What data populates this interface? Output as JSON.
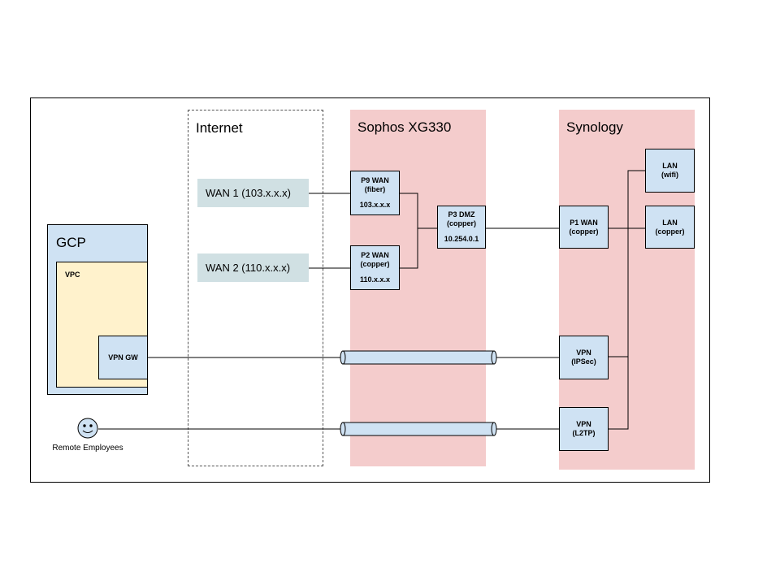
{
  "columns": {
    "internet": "Internet",
    "sophos": "Sophos XG330",
    "synology": "Synology"
  },
  "gcp": {
    "title": "GCP",
    "vpc": "VPC",
    "vpn_gw": "VPN GW"
  },
  "internet": {
    "wan1": "WAN 1 (103.x.x.x)",
    "wan2": "WAN 2 (110.x.x.x)"
  },
  "sophos": {
    "p9": {
      "name": "P9 WAN",
      "medium": "(fiber)",
      "ip": "103.x.x.x"
    },
    "p2": {
      "name": "P2 WAN",
      "medium": "(copper)",
      "ip": "110.x.x.x"
    },
    "p3": {
      "name": "P3 DMZ",
      "medium": "(copper)",
      "ip": "10.254.0.1"
    }
  },
  "synology": {
    "p1": {
      "name": "P1 WAN",
      "medium": "(copper)"
    },
    "lan_wifi": {
      "name": "LAN",
      "medium": "(wifi)"
    },
    "lan_copper": {
      "name": "LAN",
      "medium": "(copper)"
    },
    "vpn_ipsec": {
      "name": "VPN",
      "medium": "(IPSec)"
    },
    "vpn_l2tp": {
      "name": "VPN",
      "medium": "(L2TP)"
    }
  },
  "remote": {
    "label": "Remote Employees"
  },
  "colors": {
    "column_fill": "#f4cccc",
    "wan_fill": "#d0e0e3",
    "node_fill": "#cfe2f3",
    "vpc_fill": "#fff2cc",
    "smiley_fill": "#cfe2f3",
    "tunnel_fill": "#cfe2f3"
  },
  "icons": {
    "remote": "smiley-face-icon",
    "tunnel": "vpn-tunnel-cylinder-icon"
  }
}
